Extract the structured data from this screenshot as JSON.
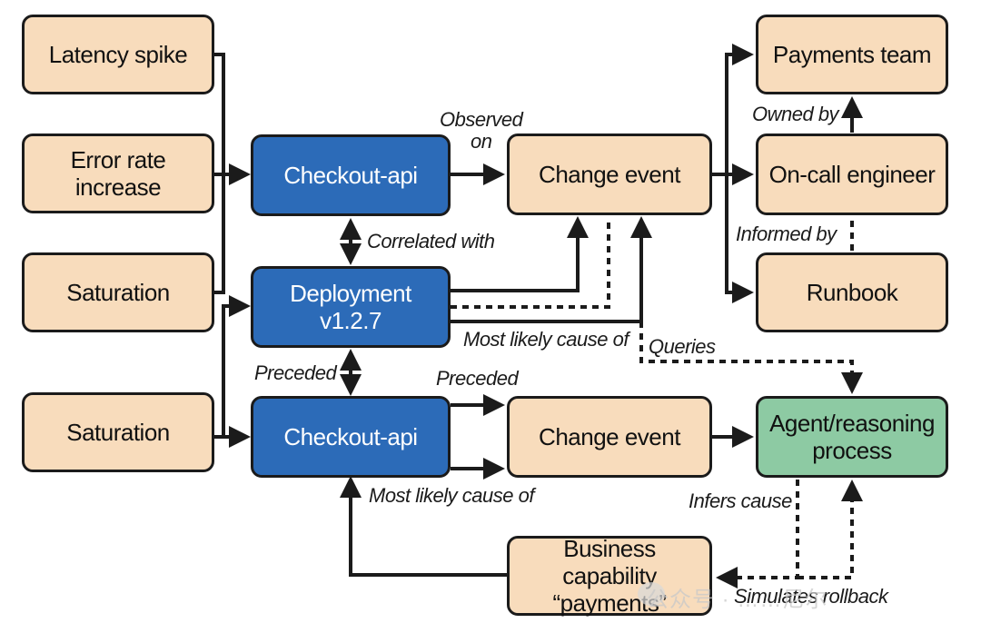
{
  "nodes": {
    "latency_spike": "Latency spike",
    "error_rate_increase": "Error rate\nincrease",
    "saturation_1": "Saturation",
    "saturation_2": "Saturation",
    "checkout_api_1": "Checkout-api",
    "deployment": "Deployment v1.2.7",
    "checkout_api_2": "Checkout-api",
    "change_event_1": "Change event",
    "change_event_2": "Change event",
    "payments_team": "Payments team",
    "oncall_engineer": "On-call engineer",
    "runbook": "Runbook",
    "agent": "Agent/reasoning\nprocess",
    "business_capability": "Business capability\n“payments”"
  },
  "edge_labels": {
    "observed_on": "Observed\non",
    "correlated_with": "Correlated with",
    "most_likely_cause_1": "Most likely cause of",
    "queries": "Queries",
    "preceded_left": "Preceded",
    "preceded_top": "Preceded",
    "most_likely_cause_2": "Most likely cause of",
    "owned_by": "Owned by",
    "informed_by": "Informed by",
    "infers_cause": "Infers cause",
    "simulates_rollback": "Simulates rollback"
  },
  "watermark": "公众号 · ……尼尔",
  "colors": {
    "peach": "#f8dcbc",
    "blue": "#2c6bb8",
    "green": "#8dcaa3",
    "line": "#1b1b1b"
  }
}
